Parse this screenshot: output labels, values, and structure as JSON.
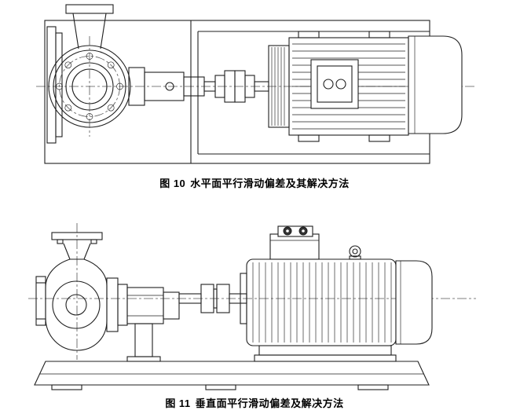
{
  "figures": {
    "fig10": {
      "label": "图 10",
      "title": "水平面平行滑动偏差及其解决方法"
    },
    "fig11": {
      "label": "图 11",
      "title": "垂直面平行滑动偏差及解决方法"
    }
  },
  "colors": {
    "background": "#ffffff",
    "line": "#1f1f1f",
    "centerline": "#555555",
    "text": "#000000"
  }
}
